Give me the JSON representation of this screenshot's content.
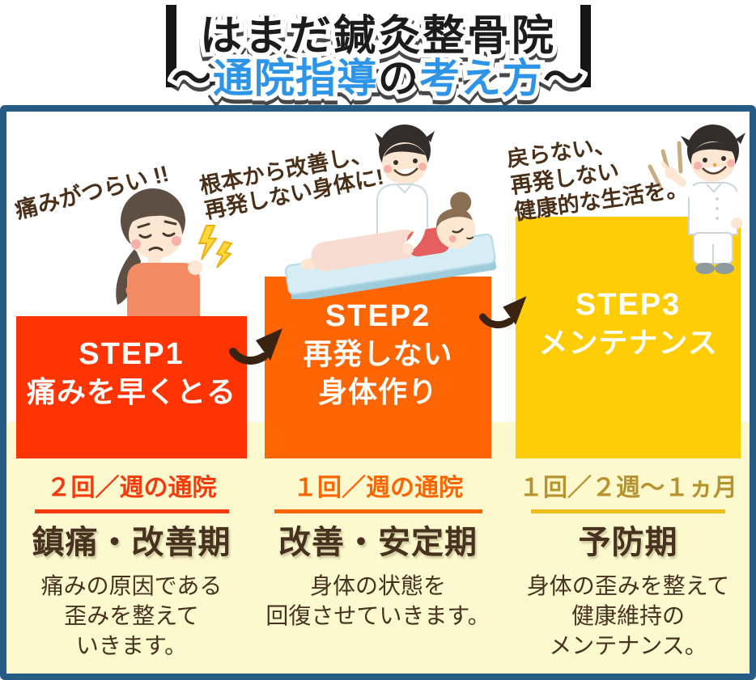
{
  "title": {
    "line1": "はまだ鍼灸整骨院",
    "line2_pre": "～",
    "line2_blue1": "通院指導",
    "line2_mid": "の",
    "line2_blue2": "考え方",
    "line2_post": "～"
  },
  "colors": {
    "step1_box": "#fe3402",
    "step2_box": "#fc6502",
    "step3_box": "#fecd05",
    "panel_border": "#265b86",
    "cream_band": "#fdf9ce",
    "title_blue": "#2d94e8",
    "text_brown": "#46321e",
    "step3_frequency_text": "#b6932e",
    "arrow_brown": "#3b2312"
  },
  "steps": [
    {
      "label": "STEP1",
      "name_line1": "痛みを早くとる",
      "speech_line1": "痛みがつらい !!",
      "frequency": "２回／週の通院",
      "phase": "鎮痛・改善期",
      "desc_line1": "痛みの原因である",
      "desc_line2": "歪みを整えて",
      "desc_line3": "いきます。"
    },
    {
      "label": "STEP2",
      "name_line1": "再発しない",
      "name_line2": "身体作り",
      "speech_line1": "根本から改善し、",
      "speech_line2": "再発しない身体に!",
      "frequency": "１回／週の通院",
      "phase": "改善・安定期",
      "desc_line1": "身体の状態を",
      "desc_line2": "回復させていきます。",
      "desc_line3": ""
    },
    {
      "label": "STEP3",
      "name_line1": "メンテナンス",
      "speech_line1": "戻らない、",
      "speech_line2": "再発しない",
      "speech_line3": "健康的な生活を。",
      "frequency": "１回／２週～１ヵ月",
      "phase": "予防期",
      "desc_line1": "身体の歪みを整えて",
      "desc_line2": "健康維持の",
      "desc_line3": "メンテナンス。"
    }
  ],
  "illustrations": [
    {
      "name": "woman-in-pain"
    },
    {
      "name": "practitioner-massaging-patient"
    },
    {
      "name": "practitioner-pointing"
    }
  ]
}
